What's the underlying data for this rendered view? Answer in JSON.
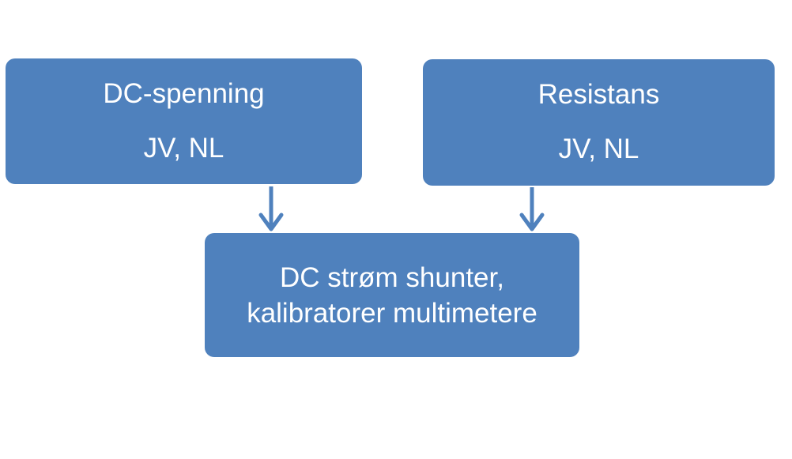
{
  "diagram": {
    "colors": {
      "box_fill": "#4f81bd",
      "box_text": "#ffffff",
      "arrow": "#4f81bd",
      "background": "#ffffff"
    },
    "boxes": {
      "dc_voltage": {
        "title": "DC-spenning",
        "subtitle": "JV, NL"
      },
      "resistance": {
        "title": "Resistans",
        "subtitle": "JV, NL"
      },
      "output": {
        "line1": "DC strøm shunter,",
        "line2": "kalibratorer multimetere"
      }
    },
    "connections": [
      {
        "from": "dc_voltage",
        "to": "output"
      },
      {
        "from": "resistance",
        "to": "output"
      }
    ]
  }
}
